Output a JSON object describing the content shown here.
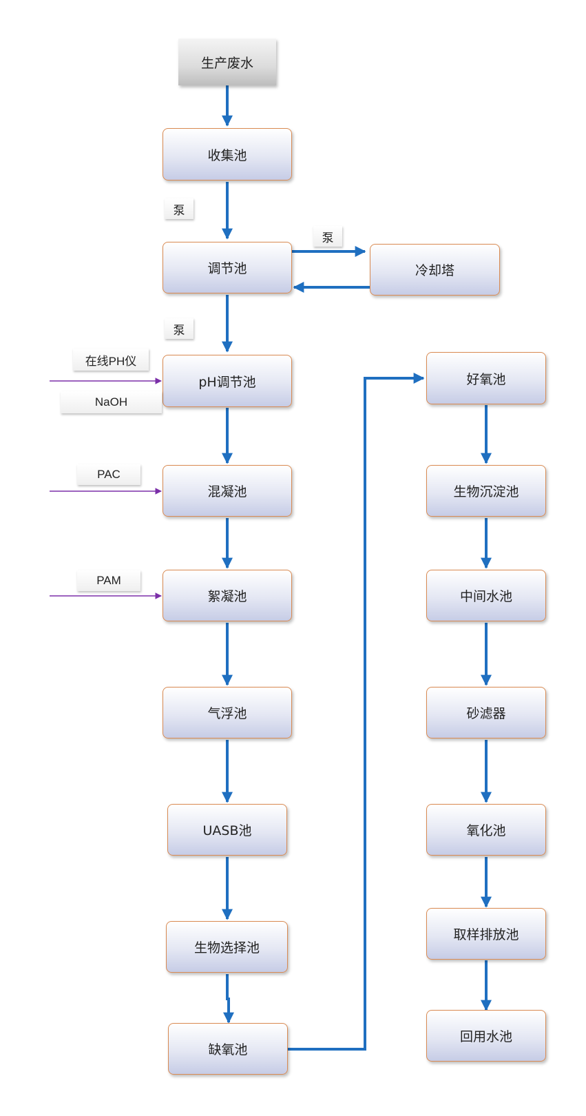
{
  "nodes": {
    "wastewater": "生产废水",
    "collection": "收集池",
    "equalization": "调节池",
    "cooling_tower": "冷却塔",
    "ph_adjust": "pH调节池",
    "coagulation": "混凝池",
    "flocculation": "絮凝池",
    "flotation": "气浮池",
    "uasb": "UASB池",
    "bio_selector": "生物选择池",
    "anoxic": "缺氧池",
    "aerobic": "好氧池",
    "bio_sedimentation": "生物沉淀池",
    "intermediate": "中间水池",
    "sand_filter": "砂滤器",
    "oxidation": "氧化池",
    "sampling_discharge": "取样排放池",
    "reuse": "回用水池"
  },
  "labels": {
    "pump_1": "泵",
    "pump_2": "泵",
    "pump_3": "泵",
    "online_ph": "在线PH仪",
    "naoh": "NaOH",
    "pac": "PAC",
    "pam": "PAM"
  },
  "colors": {
    "flow_arrow": "#1f6fc0",
    "dosing_arrow": "#7b2fa8",
    "node_border": "#d98a52"
  }
}
